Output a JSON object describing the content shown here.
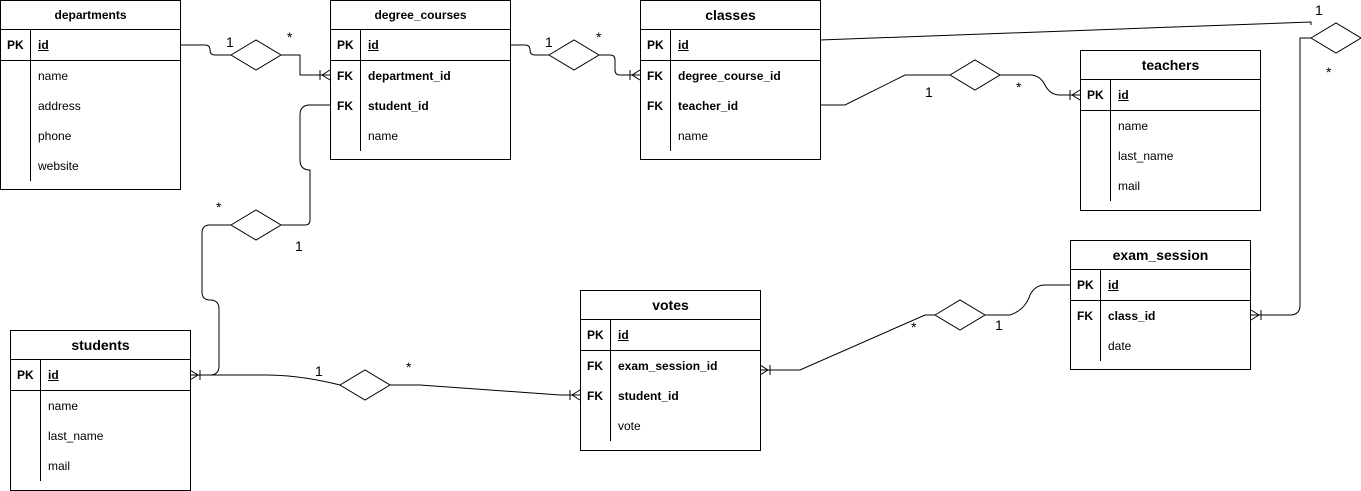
{
  "tables": {
    "departments": {
      "title": "departments",
      "rows": [
        {
          "key": "PK",
          "field": "id"
        },
        {
          "key": "",
          "field": "name"
        },
        {
          "key": "",
          "field": "address"
        },
        {
          "key": "",
          "field": "phone"
        },
        {
          "key": "",
          "field": "website"
        }
      ]
    },
    "degree_courses": {
      "title": "degree_courses",
      "rows": [
        {
          "key": "PK",
          "field": "id"
        },
        {
          "key": "FK",
          "field": "department_id"
        },
        {
          "key": "FK",
          "field": "student_id"
        },
        {
          "key": "",
          "field": "name"
        }
      ]
    },
    "classes": {
      "title": "classes",
      "rows": [
        {
          "key": "PK",
          "field": "id"
        },
        {
          "key": "FK",
          "field": "degree_course_id"
        },
        {
          "key": "FK",
          "field": "teacher_id"
        },
        {
          "key": "",
          "field": "name"
        }
      ]
    },
    "teachers": {
      "title": "teachers",
      "rows": [
        {
          "key": "PK",
          "field": "id"
        },
        {
          "key": "",
          "field": "name"
        },
        {
          "key": "",
          "field": "last_name"
        },
        {
          "key": "",
          "field": "mail"
        }
      ]
    },
    "exam_session": {
      "title": "exam_session",
      "rows": [
        {
          "key": "PK",
          "field": "id"
        },
        {
          "key": "FK",
          "field": "class_id"
        },
        {
          "key": "",
          "field": "date"
        }
      ]
    },
    "votes": {
      "title": "votes",
      "rows": [
        {
          "key": "PK",
          "field": "id"
        },
        {
          "key": "FK",
          "field": "exam_session_id"
        },
        {
          "key": "FK",
          "field": "student_id"
        },
        {
          "key": "",
          "field": "vote"
        }
      ]
    },
    "students": {
      "title": "students",
      "rows": [
        {
          "key": "PK",
          "field": "id"
        },
        {
          "key": "",
          "field": "name"
        },
        {
          "key": "",
          "field": "last_name"
        },
        {
          "key": "",
          "field": "mail"
        }
      ]
    }
  },
  "relationships": {
    "departments_degree_courses": {
      "one": "1",
      "many": "*"
    },
    "degree_courses_classes": {
      "one": "1",
      "many": "*"
    },
    "classes_exam_session": {
      "one": "1",
      "many": "*"
    },
    "teachers_classes": {
      "one": "1",
      "many": "*"
    },
    "degree_courses_students": {
      "one": "1",
      "many": "*"
    },
    "students_votes": {
      "one": "1",
      "many": "*"
    },
    "exam_session_votes": {
      "one": "1",
      "many": "*"
    }
  }
}
